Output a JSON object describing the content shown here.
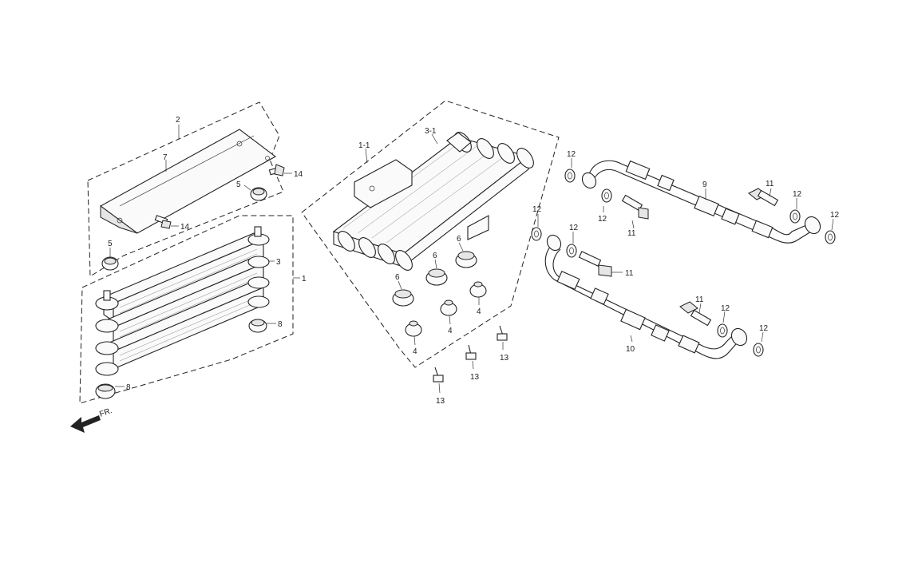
{
  "diagram": {
    "direction_label": "FR.",
    "callouts": [
      {
        "id": "c-2",
        "text": "2"
      },
      {
        "id": "c-7",
        "text": "7"
      },
      {
        "id": "c-14a",
        "text": "14"
      },
      {
        "id": "c-5a",
        "text": "5"
      },
      {
        "id": "c-14b",
        "text": "14"
      },
      {
        "id": "c-5b",
        "text": "5"
      },
      {
        "id": "c-3",
        "text": "3"
      },
      {
        "id": "c-1",
        "text": "1"
      },
      {
        "id": "c-8a",
        "text": "8"
      },
      {
        "id": "c-8b",
        "text": "8"
      },
      {
        "id": "c-1-1",
        "text": "1-1"
      },
      {
        "id": "c-3-1",
        "text": "3-1"
      },
      {
        "id": "c-6a",
        "text": "6"
      },
      {
        "id": "c-6b",
        "text": "6"
      },
      {
        "id": "c-6c",
        "text": "6"
      },
      {
        "id": "c-4a",
        "text": "4"
      },
      {
        "id": "c-4b",
        "text": "4"
      },
      {
        "id": "c-4c",
        "text": "4"
      },
      {
        "id": "c-13a",
        "text": "13"
      },
      {
        "id": "c-13b",
        "text": "13"
      },
      {
        "id": "c-13c",
        "text": "13"
      },
      {
        "id": "c-12a",
        "text": "12"
      },
      {
        "id": "c-12b",
        "text": "12"
      },
      {
        "id": "c-12c",
        "text": "12"
      },
      {
        "id": "c-12d",
        "text": "12"
      },
      {
        "id": "c-12e",
        "text": "12"
      },
      {
        "id": "c-12f",
        "text": "12"
      },
      {
        "id": "c-12g",
        "text": "12"
      },
      {
        "id": "c-12h",
        "text": "12"
      },
      {
        "id": "c-9",
        "text": "9"
      },
      {
        "id": "c-10",
        "text": "10"
      },
      {
        "id": "c-11a",
        "text": "11"
      },
      {
        "id": "c-11b",
        "text": "11"
      },
      {
        "id": "c-11c",
        "text": "11"
      },
      {
        "id": "c-11d",
        "text": "11"
      }
    ]
  }
}
